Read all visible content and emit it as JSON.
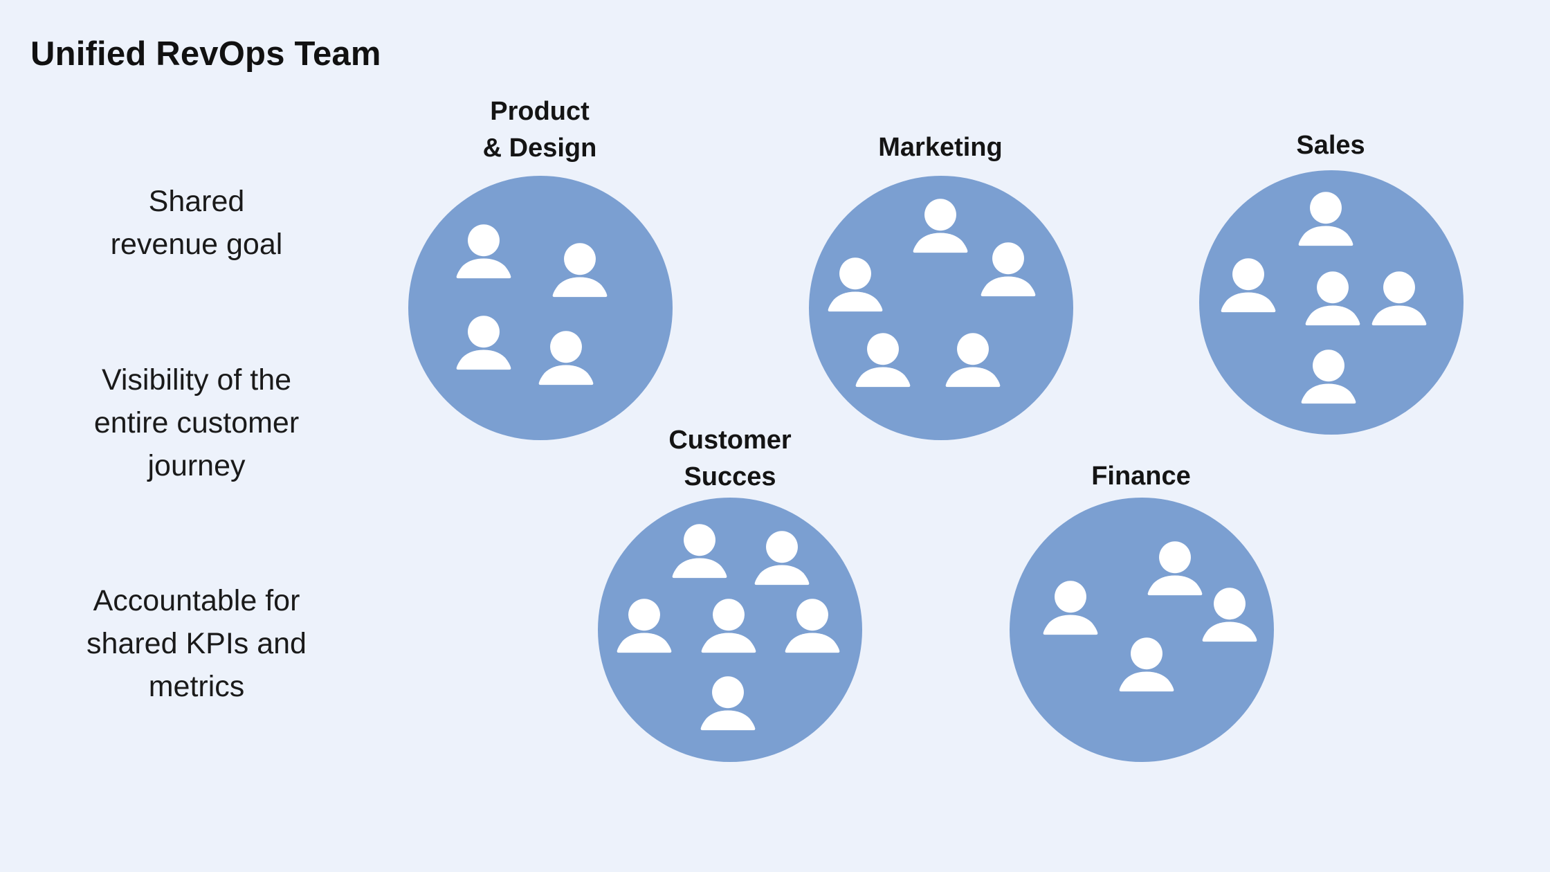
{
  "title": "Unified RevOps Team",
  "principles": [
    {
      "lines": [
        "Shared",
        "revenue goal"
      ]
    },
    {
      "lines": [
        "Visibility of the",
        "entire customer",
        "journey"
      ]
    },
    {
      "lines": [
        "Accountable for",
        "shared KPIs and",
        "metrics"
      ]
    }
  ],
  "teams": [
    {
      "id": "product-design",
      "label_lines": [
        "Product",
        "& Design"
      ],
      "member_count": 4
    },
    {
      "id": "marketing",
      "label_lines": [
        "Marketing"
      ],
      "member_count": 5
    },
    {
      "id": "sales",
      "label_lines": [
        "Sales"
      ],
      "member_count": 5
    },
    {
      "id": "customer-success",
      "label_lines": [
        "Customer",
        "Succes"
      ],
      "member_count": 6
    },
    {
      "id": "finance",
      "label_lines": [
        "Finance"
      ],
      "member_count": 4
    }
  ],
  "colors": {
    "background": "#edf2fb",
    "circle": "#7b9fd1",
    "person_icon": "#ffffff",
    "text": "#111111"
  },
  "icon": "person-icon"
}
